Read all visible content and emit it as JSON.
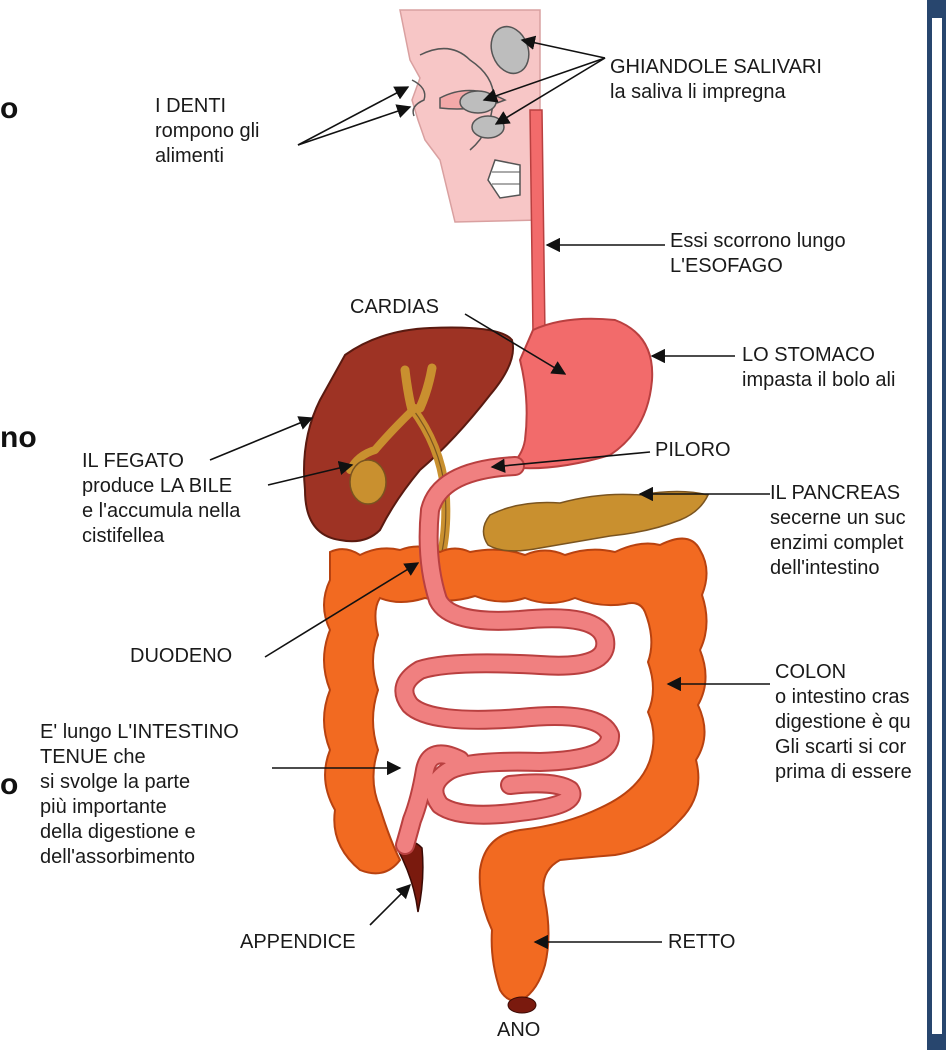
{
  "edge_fragments": [
    "o",
    "no",
    "o"
  ],
  "labels": {
    "denti": [
      "I DENTI",
      "rompono gli",
      "alimenti"
    ],
    "ghiandole": [
      "GHIANDOLE SALIVARI",
      "la saliva li impregna"
    ],
    "esofago": [
      "Essi scorrono lungo",
      "L'ESOFAGO"
    ],
    "cardias": "CARDIAS",
    "stomaco": [
      "LO STOMACO",
      "impasta il bolo ali"
    ],
    "fegato": [
      "IL FEGATO",
      "produce LA BILE",
      "e l'accumula nella",
      "cistifellea"
    ],
    "piloro": "PILORO",
    "pancreas": [
      "IL PANCREAS",
      "secerne un suc",
      "enzimi complet",
      "dell'intestino"
    ],
    "duodeno": "DUODENO",
    "colon": [
      "COLON",
      "o intestino cras",
      "digestione è qu",
      "Gli scarti si cor",
      "prima di essere"
    ],
    "tenue": [
      "E' lungo L'INTESTINO",
      "TENUE che",
      "si svolge la parte",
      "più importante",
      "della digestione e",
      "dell'assorbimento"
    ],
    "appendice": "APPENDICE",
    "retto": "RETTO",
    "ano": "ANO"
  },
  "colors": {
    "head": "#f7c6c6",
    "glands": "#bdbdbd",
    "esophagus_stomach": "#f26b6b",
    "liver": "#9e3324",
    "bile": "#c9902f",
    "pancreas": "#c9902f",
    "colon": "#f26a21",
    "small_intestine": "#f08080",
    "appendix": "#7a1a0e",
    "panel": "#28466e"
  }
}
